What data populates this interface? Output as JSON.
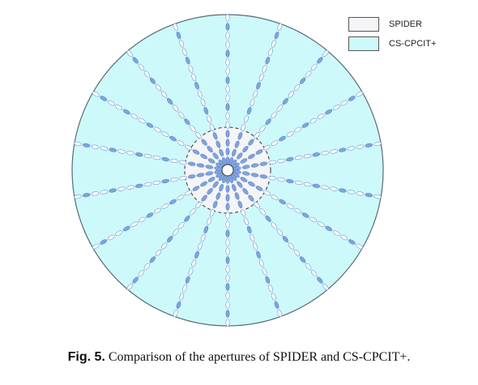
{
  "legend": [
    {
      "label": "SPIDER",
      "color": "#f5f5f7"
    },
    {
      "label": "CS-CPCIT+",
      "color": "#cdf9fb"
    }
  ],
  "caption": {
    "figure_number": "Fig. 5.",
    "text": "Comparison of the apertures of SPIDER and CS-CPCIT+."
  },
  "colors": {
    "outer_fill": "#cdf9fb",
    "inner_fill": "#f5f5f7",
    "lens_white": "#ffffff",
    "lens_blue": "#7fa3e0",
    "lens_stroke": "#5a7fc0",
    "border": "#5a6a74"
  },
  "arms": 18
}
